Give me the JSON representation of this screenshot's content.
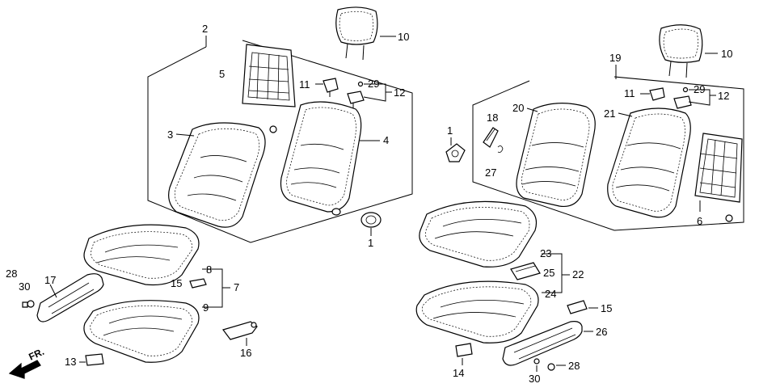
{
  "figure_title": "",
  "direction_label": "FR.",
  "callouts_left": {
    "n2": "2",
    "n5": "5",
    "n10": "10",
    "n11": "11",
    "n29": "29",
    "n12": "12",
    "n3": "3",
    "n4": "4",
    "n1": "1",
    "n8": "8",
    "n15": "15",
    "n7": "7",
    "n9": "9",
    "n28": "28",
    "n30": "30",
    "n17": "17",
    "n16": "16",
    "n13": "13"
  },
  "callouts_right": {
    "n19": "19",
    "n10": "10",
    "n11": "11",
    "n29": "29",
    "n12": "12",
    "n1": "1",
    "n18": "18",
    "n27": "27",
    "n20": "20",
    "n21": "21",
    "n6": "6",
    "n23": "23",
    "n25": "25",
    "n22": "22",
    "n24": "24",
    "n15": "15",
    "n26": "26",
    "n14": "14",
    "n28": "28",
    "n30": "30"
  },
  "colors": {
    "ink": "#000000",
    "paper": "#ffffff"
  }
}
